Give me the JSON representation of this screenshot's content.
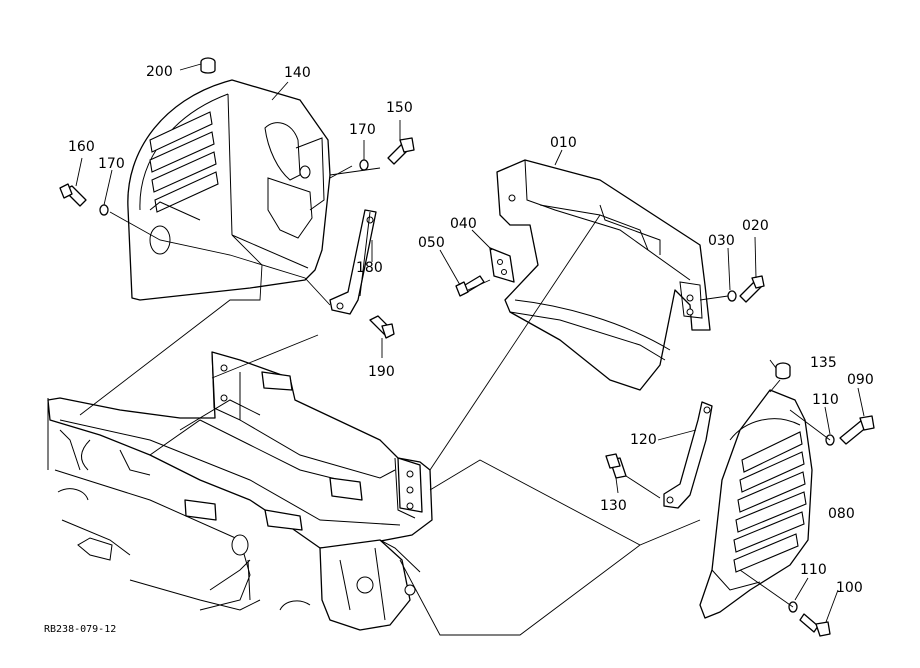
{
  "diagram": {
    "drawing_number": "RB238-079-12",
    "callouts": [
      {
        "id": "c200",
        "text": "200"
      },
      {
        "id": "c140",
        "text": "140"
      },
      {
        "id": "c150",
        "text": "150"
      },
      {
        "id": "c170a",
        "text": "170"
      },
      {
        "id": "c160",
        "text": "160"
      },
      {
        "id": "c170b",
        "text": "170"
      },
      {
        "id": "c010",
        "text": "010"
      },
      {
        "id": "c040",
        "text": "040"
      },
      {
        "id": "c050",
        "text": "050"
      },
      {
        "id": "c180",
        "text": "180"
      },
      {
        "id": "c030",
        "text": "030"
      },
      {
        "id": "c020",
        "text": "020"
      },
      {
        "id": "c190",
        "text": "190"
      },
      {
        "id": "c135",
        "text": "135"
      },
      {
        "id": "c090",
        "text": "090"
      },
      {
        "id": "c110a",
        "text": "110"
      },
      {
        "id": "c120",
        "text": "120"
      },
      {
        "id": "c130",
        "text": "130"
      },
      {
        "id": "c080",
        "text": "080"
      },
      {
        "id": "c110b",
        "text": "110"
      },
      {
        "id": "c100",
        "text": "100"
      }
    ]
  }
}
